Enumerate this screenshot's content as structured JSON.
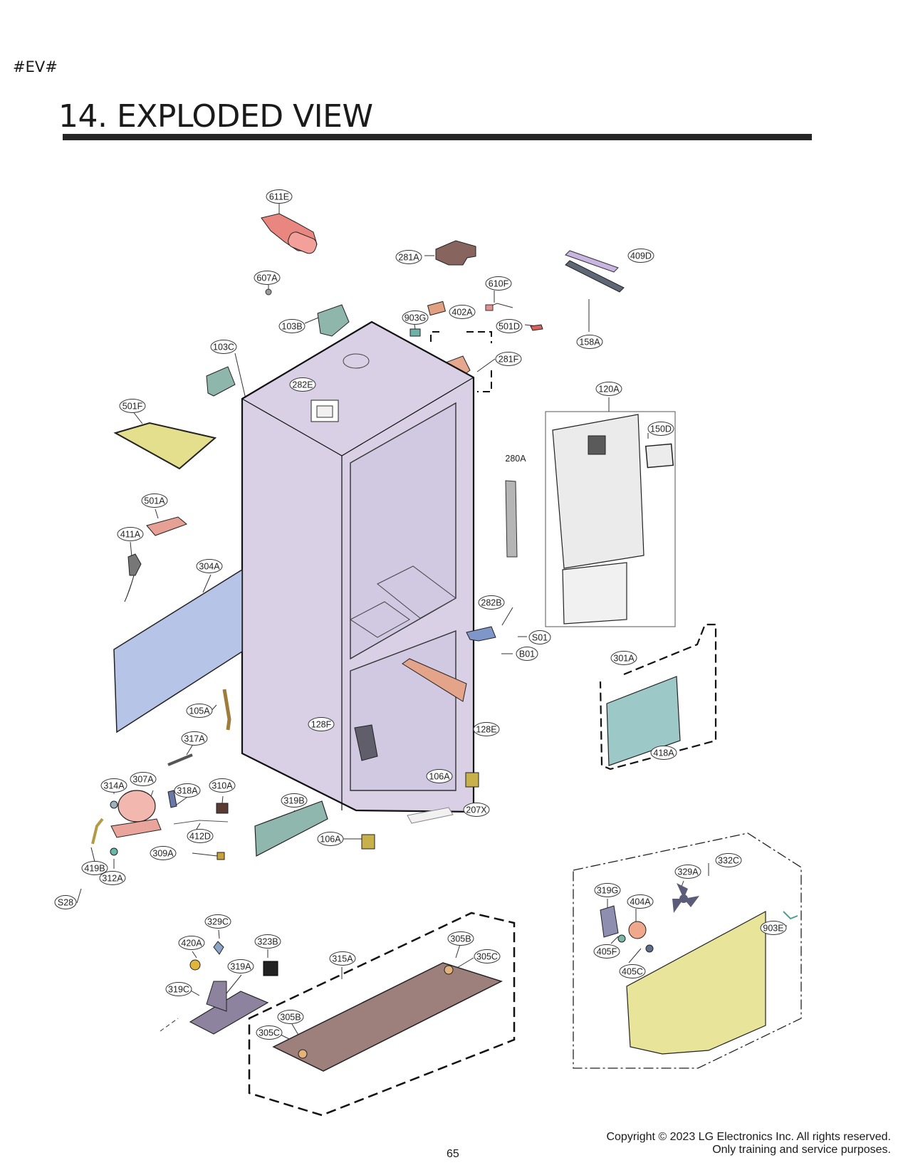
{
  "header": {
    "tag": "#EV#",
    "title": "14. EXPLODED VIEW"
  },
  "colors": {
    "cabinet": "#d9d0e6",
    "back_panel": "#b6c4e8",
    "base_plate": "#9d7f7c",
    "fan_cover": "#e8e49a",
    "duct_cover": "#ecebec",
    "evaporator": "#9dc8c8",
    "compressor": "#f2b8b0",
    "drain_pan": "#8e839f",
    "shroud": "#90b7ae"
  },
  "callouts": [
    {
      "id": "611E",
      "name": "callout-611e"
    },
    {
      "id": "281A",
      "name": "callout-281a"
    },
    {
      "id": "409D",
      "name": "callout-409d"
    },
    {
      "id": "607A",
      "name": "callout-607a"
    },
    {
      "id": "610F",
      "name": "callout-610f"
    },
    {
      "id": "402A",
      "name": "callout-402a"
    },
    {
      "id": "103B",
      "name": "callout-103b"
    },
    {
      "id": "903G",
      "name": "callout-903g"
    },
    {
      "id": "501D",
      "name": "callout-501d"
    },
    {
      "id": "158A",
      "name": "callout-158a"
    },
    {
      "id": "103C",
      "name": "callout-103c"
    },
    {
      "id": "281F",
      "name": "callout-281f"
    },
    {
      "id": "282E",
      "name": "callout-282e"
    },
    {
      "id": "120A",
      "name": "callout-120a"
    },
    {
      "id": "501F",
      "name": "callout-501f"
    },
    {
      "id": "150D",
      "name": "callout-150d"
    },
    {
      "id": "501A",
      "name": "callout-501a"
    },
    {
      "id": "411A",
      "name": "callout-411a"
    },
    {
      "id": "304A",
      "name": "callout-304a"
    },
    {
      "id": "282B",
      "name": "callout-282b"
    },
    {
      "id": "S01",
      "name": "callout-s01"
    },
    {
      "id": "B01",
      "name": "callout-b01"
    },
    {
      "id": "301A",
      "name": "callout-301a"
    },
    {
      "id": "105A",
      "name": "callout-105a"
    },
    {
      "id": "128F",
      "name": "callout-128f"
    },
    {
      "id": "128E",
      "name": "callout-128e"
    },
    {
      "id": "418A",
      "name": "callout-418a"
    },
    {
      "id": "317A",
      "name": "callout-317a"
    },
    {
      "id": "106A",
      "name": "callout-106a-upper"
    },
    {
      "id": "314A",
      "name": "callout-314a"
    },
    {
      "id": "307A",
      "name": "callout-307a"
    },
    {
      "id": "318A",
      "name": "callout-318a"
    },
    {
      "id": "310A",
      "name": "callout-310a"
    },
    {
      "id": "319B",
      "name": "callout-319b"
    },
    {
      "id": "207X",
      "name": "callout-207x"
    },
    {
      "id": "412D",
      "name": "callout-412d"
    },
    {
      "id": "106A",
      "name": "callout-106a-lower"
    },
    {
      "id": "309A",
      "name": "callout-309a"
    },
    {
      "id": "419B",
      "name": "callout-419b"
    },
    {
      "id": "312A",
      "name": "callout-312a"
    },
    {
      "id": "332C",
      "name": "callout-332c"
    },
    {
      "id": "329A",
      "name": "callout-329a"
    },
    {
      "id": "S28",
      "name": "callout-s28"
    },
    {
      "id": "319G",
      "name": "callout-319g"
    },
    {
      "id": "404A",
      "name": "callout-404a"
    },
    {
      "id": "329C",
      "name": "callout-329c"
    },
    {
      "id": "903E",
      "name": "callout-903e"
    },
    {
      "id": "323B",
      "name": "callout-323b"
    },
    {
      "id": "305B",
      "name": "callout-305b-upper"
    },
    {
      "id": "420A",
      "name": "callout-420a"
    },
    {
      "id": "315A",
      "name": "callout-315a"
    },
    {
      "id": "305C",
      "name": "callout-305c-upper"
    },
    {
      "id": "405F",
      "name": "callout-405f"
    },
    {
      "id": "319A",
      "name": "callout-319a"
    },
    {
      "id": "405C",
      "name": "callout-405c"
    },
    {
      "id": "319C",
      "name": "callout-319c"
    },
    {
      "id": "305B",
      "name": "callout-305b-lower"
    },
    {
      "id": "305C",
      "name": "callout-305c-lower"
    }
  ],
  "plain_labels": [
    {
      "id": "280A",
      "name": "label-280a"
    }
  ],
  "footer": {
    "page_number": "65",
    "copyright_line1": "Copyright © 2023 LG Electronics Inc. All rights reserved.",
    "copyright_line2": "Only training and service purposes."
  }
}
